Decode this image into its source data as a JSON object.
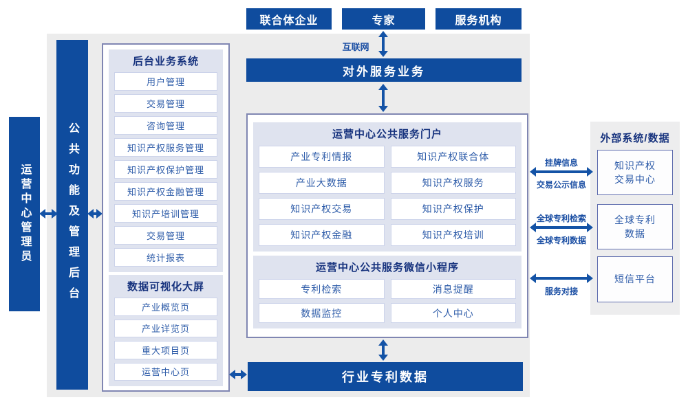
{
  "colors": {
    "primary_blue": "#0f4c9e",
    "arrow_blue": "#1453a6",
    "container_border": "#8086b2",
    "panel_lavender": "#dfe3ef",
    "item_text_blue": "#2e5ca9",
    "header_text_navy": "#17337e",
    "background_gray": "#ececec"
  },
  "top": {
    "actors": [
      "联合体企业",
      "专家",
      "服务机构"
    ],
    "internet_label": "互联网",
    "external_service_banner": "对外服务业务"
  },
  "left": {
    "operator_bar": "运营中心管理员",
    "admin_bar": "公共功能及管理后台",
    "back_office": {
      "title": "后台业务系统",
      "items": [
        "用户管理",
        "交易管理",
        "咨询管理",
        "知识产权服务管理",
        "知识产权保护管理",
        "知识产权金融管理",
        "知识产培训管理",
        "交易管理",
        "统计报表"
      ]
    },
    "dashboard": {
      "title": "数据可视化大屏",
      "items": [
        "产业概览页",
        "产业详览页",
        "重大项目页",
        "运营中心页"
      ]
    }
  },
  "center": {
    "portal": {
      "title": "运营中心公共服务门户",
      "items": [
        "产业专利情报",
        "知识产权联合体",
        "产业大数据",
        "知识产权服务",
        "知识产权交易",
        "知识产权保护",
        "知识产权金融",
        "知识产权培训"
      ]
    },
    "miniprogram": {
      "title": "运营中心公共服务微信小程序",
      "items": [
        "专利检索",
        "消息提醒",
        "数据监控",
        "个人中心"
      ]
    },
    "industry_patent_banner": "行业专利数据"
  },
  "right": {
    "title": "外部系统/数据",
    "systems": [
      {
        "line1": "知识产权",
        "line2": "交易中心"
      },
      {
        "line1": "全球专利",
        "line2": "数据"
      },
      {
        "line1": "短信平台",
        "line2": ""
      }
    ],
    "connectors": {
      "listing": {
        "top": "挂牌信息",
        "bottom": "交易公示信息"
      },
      "patent": {
        "top": "全球专利检索",
        "bottom": "全球专利数据"
      },
      "service": {
        "bottom": "服务对接"
      }
    }
  }
}
